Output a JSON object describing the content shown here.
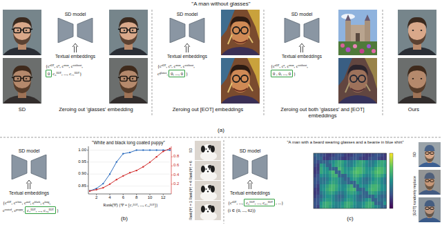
{
  "diagram": {
    "title": "\"A man without glasses\"",
    "nodes": [
      {
        "text": [
          "SD model"
        ]
      },
      {
        "text": [
          "0"
        ]
      },
      {
        "text": [
          "SD model"
        ]
      },
      {
        "text": [
          "0, ..., 0"
        ]
      },
      {
        "text": [
          "SD model"
        ]
      },
      {
        "text": [
          "0 , 0, ..., 0"
        ]
      },
      {
        "text": [
          "SD model"
        ]
      },
      {
        "text": [
          "c₇ᴱᴼᵀ, ..., c₇₆ᴱᴼᵀ"
        ]
      },
      {
        "text": [
          "SD model"
        ]
      },
      {
        "text": [
          "c₀ᴱᴼᵀ, ..., c₆₂ᴱᴼᵀ"
        ]
      }
    ],
    "labels": [
      "SD",
      "Textual embeddings",
      "{cˢᴼᵀ, cᵃ, cᵐᵃⁿ, cʷⁱᵗʰᵒᵘᵗ,",
      "c₆ᴱᴼᵀ, ..., c₇₁ᴱᴼᵀ}",
      "Zeroing out 'glasses' embedding",
      "Textual embeddings",
      "{cˢᴼᵀ, cᵃ, cᵐᵃⁿ, cʷⁱᵗʰᵒᵘᵗ,",
      "cᵍˡᵃˢˢᵉˢ,",
      "}",
      "Zeroing out [EOT] embeddings",
      "Textual embeddings",
      "{cˢᴼᵀ, cᵃ, cᵐᵃⁿ, cʷⁱᵗʰᵒᵘᵗ,",
      "}",
      "Zeroing out both 'glasses' and [EOT] embeddings",
      "Ours",
      "(a)",
      "\"White and black long coated puppy\"",
      "Textual embeddings",
      "{cˢᴼᵀ, cʷʰⁱᵗᵉ, cᵃⁿᵈ, cᵇˡᵃᶜᵏ, cˡᵒⁿᵍ,",
      "cᶜᵒᵃᵗᵉᵈ, cᵖᵘᵖᵖʸ,",
      "}",
      "2",
      "4",
      "6",
      "8",
      "10",
      "12",
      "0.85",
      "0.90",
      "0.95",
      "1.00",
      "0.2",
      "0.4",
      "0.6",
      "0.8",
      "Rank(Ψ) {Ψ = [c₇ᴱᴼᵀ, ..., c₇₆ᴱᴼᵀ]}",
      "SD",
      "Rank(Ψ) = 6",
      "Rank(Ψ) = 4",
      "Rank(Ψ) = 1",
      "(b)",
      "\"A man with a beard wearing glasses and a beanie in blue shirt\"",
      "Textual embeddings",
      "{cˢᴼᵀ, ...,",
      ", ...}",
      "(i ∈ (0, ..., 62))",
      "SD",
      "[EOT] randomly replace",
      "(c)"
    ]
  }
}
